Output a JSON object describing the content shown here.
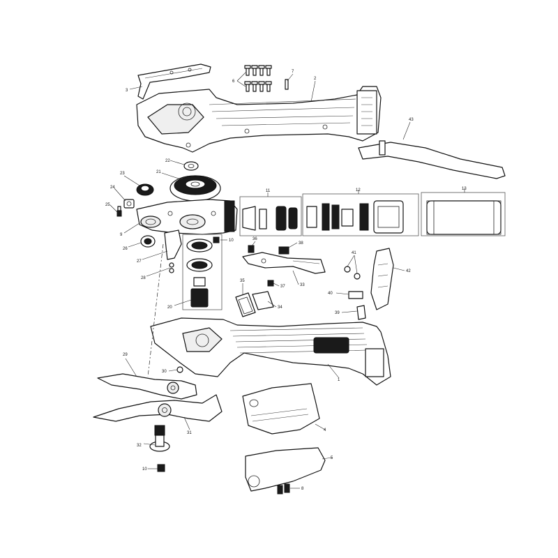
{
  "callouts": {
    "c1": "1",
    "c2": "2",
    "c3": "3",
    "c4": "4",
    "c5": "5",
    "c6": "6",
    "c7": "7",
    "c8": "8",
    "c9": "9",
    "c10a": "10",
    "c10b": "10",
    "c11": "11",
    "c12": "12",
    "c13": "13",
    "c20": "20",
    "c21": "21",
    "c22": "22",
    "c23": "23",
    "c24": "24",
    "c25": "25",
    "c26": "26",
    "c27": "27",
    "c28": "28",
    "c29": "29",
    "c30": "30",
    "c31": "31",
    "c32": "32",
    "c33": "33",
    "c34": "34",
    "c35": "35",
    "c36": "36",
    "c37": "37",
    "c38": "38",
    "c39": "39",
    "c40": "40",
    "c41": "41",
    "c42": "42",
    "c43": "43"
  }
}
